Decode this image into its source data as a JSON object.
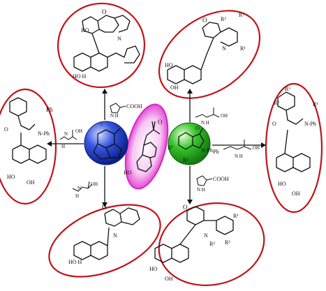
{
  "labels": {
    "oxo": "O",
    "ho": "HO",
    "hoh": "HO H",
    "oh": "OH",
    "ohh": "OH",
    "n": "N",
    "h": "H",
    "nh": "N H",
    "ph": "Ph",
    "r1": "R¹",
    "r2": "R²",
    "r3": "R³",
    "cooh": "COOH",
    "nhph": "N-Ph",
    "acenaphth_num": "5"
  },
  "colors": {
    "ellipse": "#c0121a",
    "blue_sphere": "#1e3fc8",
    "green_sphere": "#26b020",
    "magenta_oval": "#e23ad8"
  }
}
